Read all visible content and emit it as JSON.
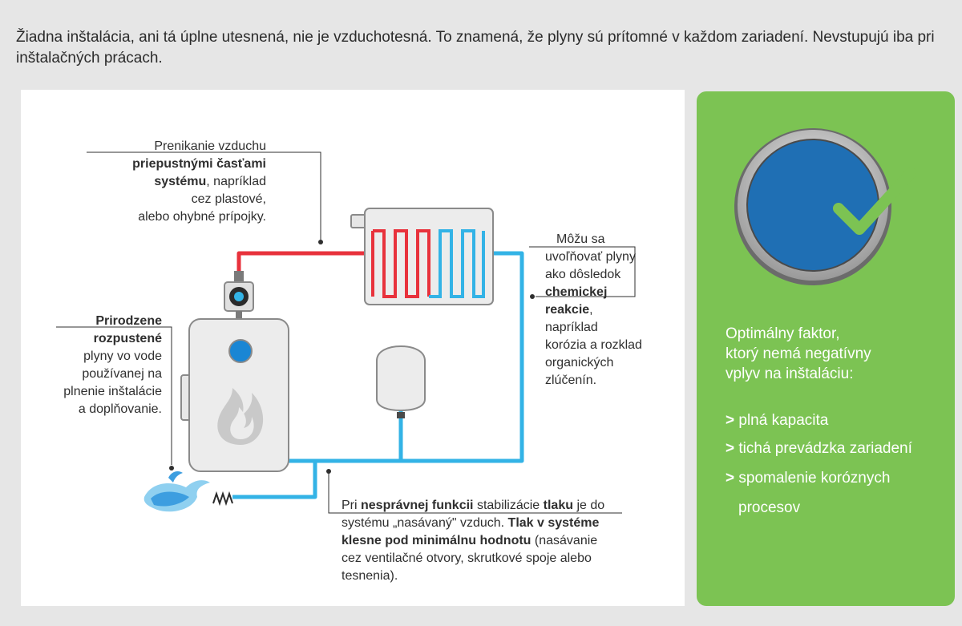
{
  "intro": "Žiadna inštalácia, ani tá úplne utesnená, nie je vzduchotesná. To znamená, že plyny sú prítomné v každom zariadení. Nevstupujú iba pri inštalačných prácach.",
  "label_air": {
    "l1": "Prenikanie vzduchu",
    "l2_bold": "priepustnými časťami",
    "l3_bold": "systému",
    "l3_rest": ", napríklad",
    "l4": "cez plastové,",
    "l5": "alebo ohybné prípojky."
  },
  "label_dissolved": {
    "l1_bold": "Prirodzene",
    "l2_bold": "rozpustené",
    "l3": "plyny vo vode",
    "l4": "používanej na",
    "l5": "plnenie inštalácie",
    "l6": "a doplňovanie."
  },
  "label_chemical": {
    "l1": "Môžu sa",
    "l2": "uvoľňovať plyny",
    "l3": "ako dôsledok",
    "l4_bold": "chemickej",
    "l5_bold": "reakcie",
    "l5_rest": ",",
    "l6": "napríklad",
    "l7": "korózia a rozklad",
    "l8": "organických",
    "l9": "zlúčenín."
  },
  "label_pressure": {
    "p1": "Pri ",
    "p1_bold": "nesprávnej funkcii",
    "p2": " stabilizácie ",
    "p2_bold": "tlaku",
    "p3": " je do",
    "line2_a": "systému „nasávaný\" vzduch. ",
    "line2_bold": "Tlak v systéme",
    "line3_bold": "klesne pod minimálnu hodnotu",
    "line3_rest": " (nasávanie",
    "line4": "cez ventilačné otvory, skrutkové spoje alebo",
    "line5": "tesnenia)."
  },
  "green_panel": {
    "heading_l1": "Optimálny faktor,",
    "heading_l2": "ktorý nemá negatívny",
    "heading_l3": "vplyv na inštaláciu:",
    "bullet_marker": ">",
    "items": [
      "plná kapacita",
      "tichá prevádzka zariadení",
      "spomalenie koróznych",
      "procesov"
    ]
  },
  "colors": {
    "hot_pipe": "#e8323c",
    "cold_pipe": "#33b3e6",
    "green_panel": "#7cc353",
    "check": "#7cc353",
    "water_circle": "#1f6fb4"
  },
  "icons": [
    "radiator-icon",
    "boiler-icon",
    "pump-icon",
    "expansion-vessel-icon",
    "water-splash-icon",
    "flame-icon",
    "checkmark-icon"
  ]
}
